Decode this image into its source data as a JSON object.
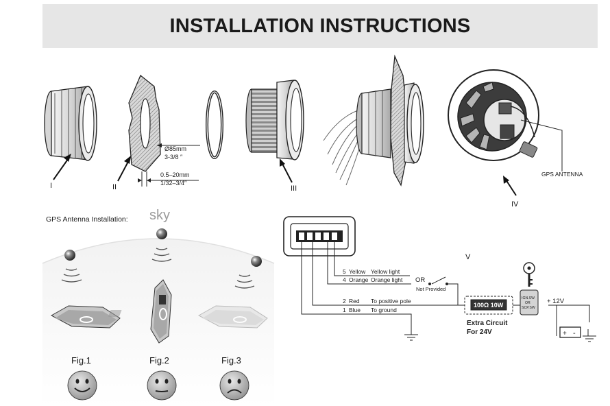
{
  "header": {
    "title": "INSTALLATION INSTRUCTIONS"
  },
  "parts": {
    "label_i": "I",
    "label_ii": "II",
    "label_iii": "III",
    "label_iv": "IV",
    "dim_hole_mm": "Ø85mm",
    "dim_hole_in": "3-3/8 ″",
    "dim_panel_mm": "0.5–20mm",
    "dim_panel_in": "1/32–3/4″",
    "gps_antenna_label": "GPS ANTENNA"
  },
  "gps": {
    "section_title": "GPS  Antenna Installation:",
    "sky": "sky",
    "figures": [
      {
        "label": "Fig.1",
        "mood": "happy"
      },
      {
        "label": "Fig.2",
        "mood": "neutral"
      },
      {
        "label": "Fig.3",
        "mood": "sad"
      }
    ]
  },
  "wiring": {
    "section_label": "V",
    "wires": [
      {
        "num": "5",
        "color": "Yellow",
        "desc": "Yellow light"
      },
      {
        "num": "4",
        "color": "Orange",
        "desc": "Orange light"
      },
      {
        "num": "2",
        "color": "Red",
        "desc": "To positive pole"
      },
      {
        "num": "1",
        "color": "Blue",
        "desc": "To ground"
      }
    ],
    "switch_or": "OR",
    "not_provided": "Not Provided",
    "resistor": "100Ω 10W",
    "extra_circuit_line1": "Extra Circuit",
    "extra_circuit_line2": "For 24V",
    "ign_line1": "IGN.SW",
    "ign_line2": "OR",
    "ign_line3": "SCP.SW",
    "voltage": "+ 12V",
    "battery_plus": "+",
    "battery_minus": "-"
  }
}
